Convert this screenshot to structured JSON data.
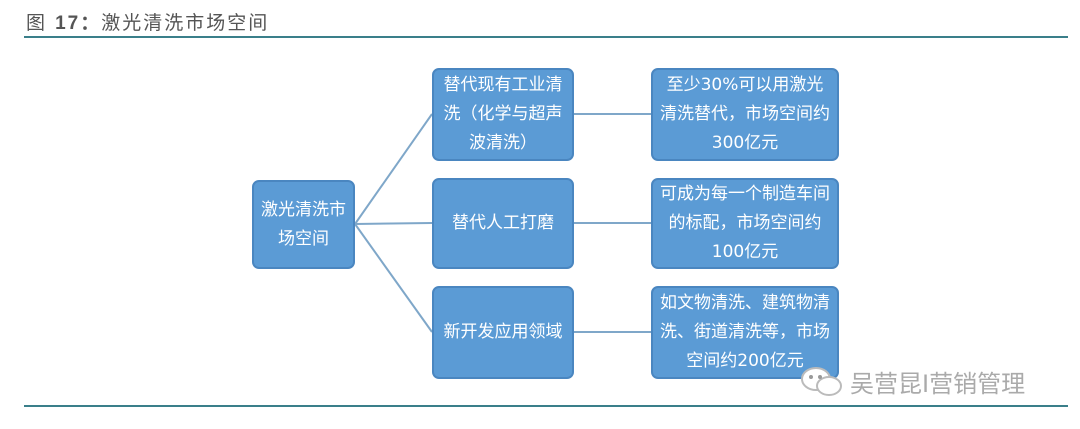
{
  "title": {
    "prefix": "图",
    "number": "17：",
    "text": "激光清洗市场空间"
  },
  "root": "激光清洗市场空间",
  "branches": [
    {
      "label": "替代现有工业清洗（化学与超声波清洗）",
      "detail": "至少30%可以用激光清洗替代，市场空间约300亿元"
    },
    {
      "label": "替代人工打磨",
      "detail": "可成为每一个制造车间的标配，市场空间约100亿元"
    },
    {
      "label": "新开发应用领域",
      "detail": "如文物清洗、建筑物清洗、街道清洗等，市场空间约200亿元"
    }
  ],
  "watermark": "吴营昆I营销管理",
  "colors": {
    "box": "#5b9bd5",
    "rule": "#3a7f8a",
    "connector": "#7fa7c9"
  }
}
